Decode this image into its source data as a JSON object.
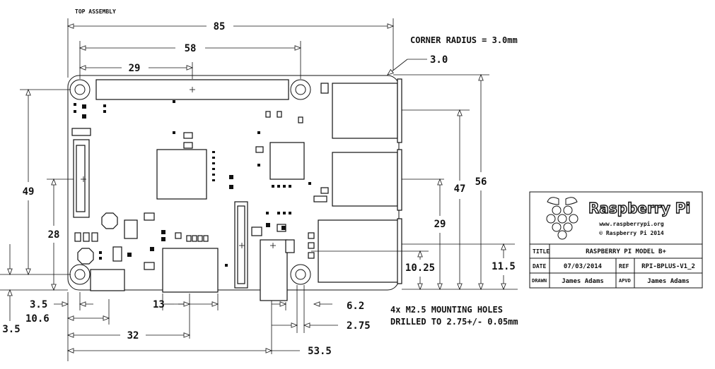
{
  "drawing": {
    "header_label": "TOP ASSEMBLY",
    "corner_note": "CORNER RADIUS = 3.0mm",
    "holes_note_line1": "4x M2.5 MOUNTING HOLES",
    "holes_note_line2": "DRILLED TO 2.75+/- 0.05mm"
  },
  "dimensions": {
    "width_85": "85",
    "span_58": "58",
    "offset_29_top": "29",
    "corner_3_0": "3.0",
    "height_56": "56",
    "height_47": "47",
    "height_29_right": "29",
    "height_11_5": "11.5",
    "height_10_25": "10.25",
    "height_49": "49",
    "height_28": "28",
    "left_3_5": "3.5",
    "bottom_3_5": "3.5",
    "offset_10_6": "10.6",
    "width_13": "13",
    "offset_32": "32",
    "offset_53_5": "53.5",
    "width_6_2": "6.2",
    "hole_2_75": "2.75"
  },
  "title_block": {
    "logo_text": "Raspberry Pi",
    "website": "www.raspberrypi.org",
    "copyright": "© Raspberry Pi 2014",
    "title_label": "TITLE",
    "title_value": "RASPBERRY PI MODEL B+",
    "date_label": "DATE",
    "date_value": "07/03/2014",
    "ref_label": "REF",
    "ref_value": "RPI-BPLUS-V1_2",
    "drawn_label": "DRAWN",
    "drawn_value": "James Adams",
    "apvd_label": "APVD",
    "apvd_value": "James Adams"
  }
}
